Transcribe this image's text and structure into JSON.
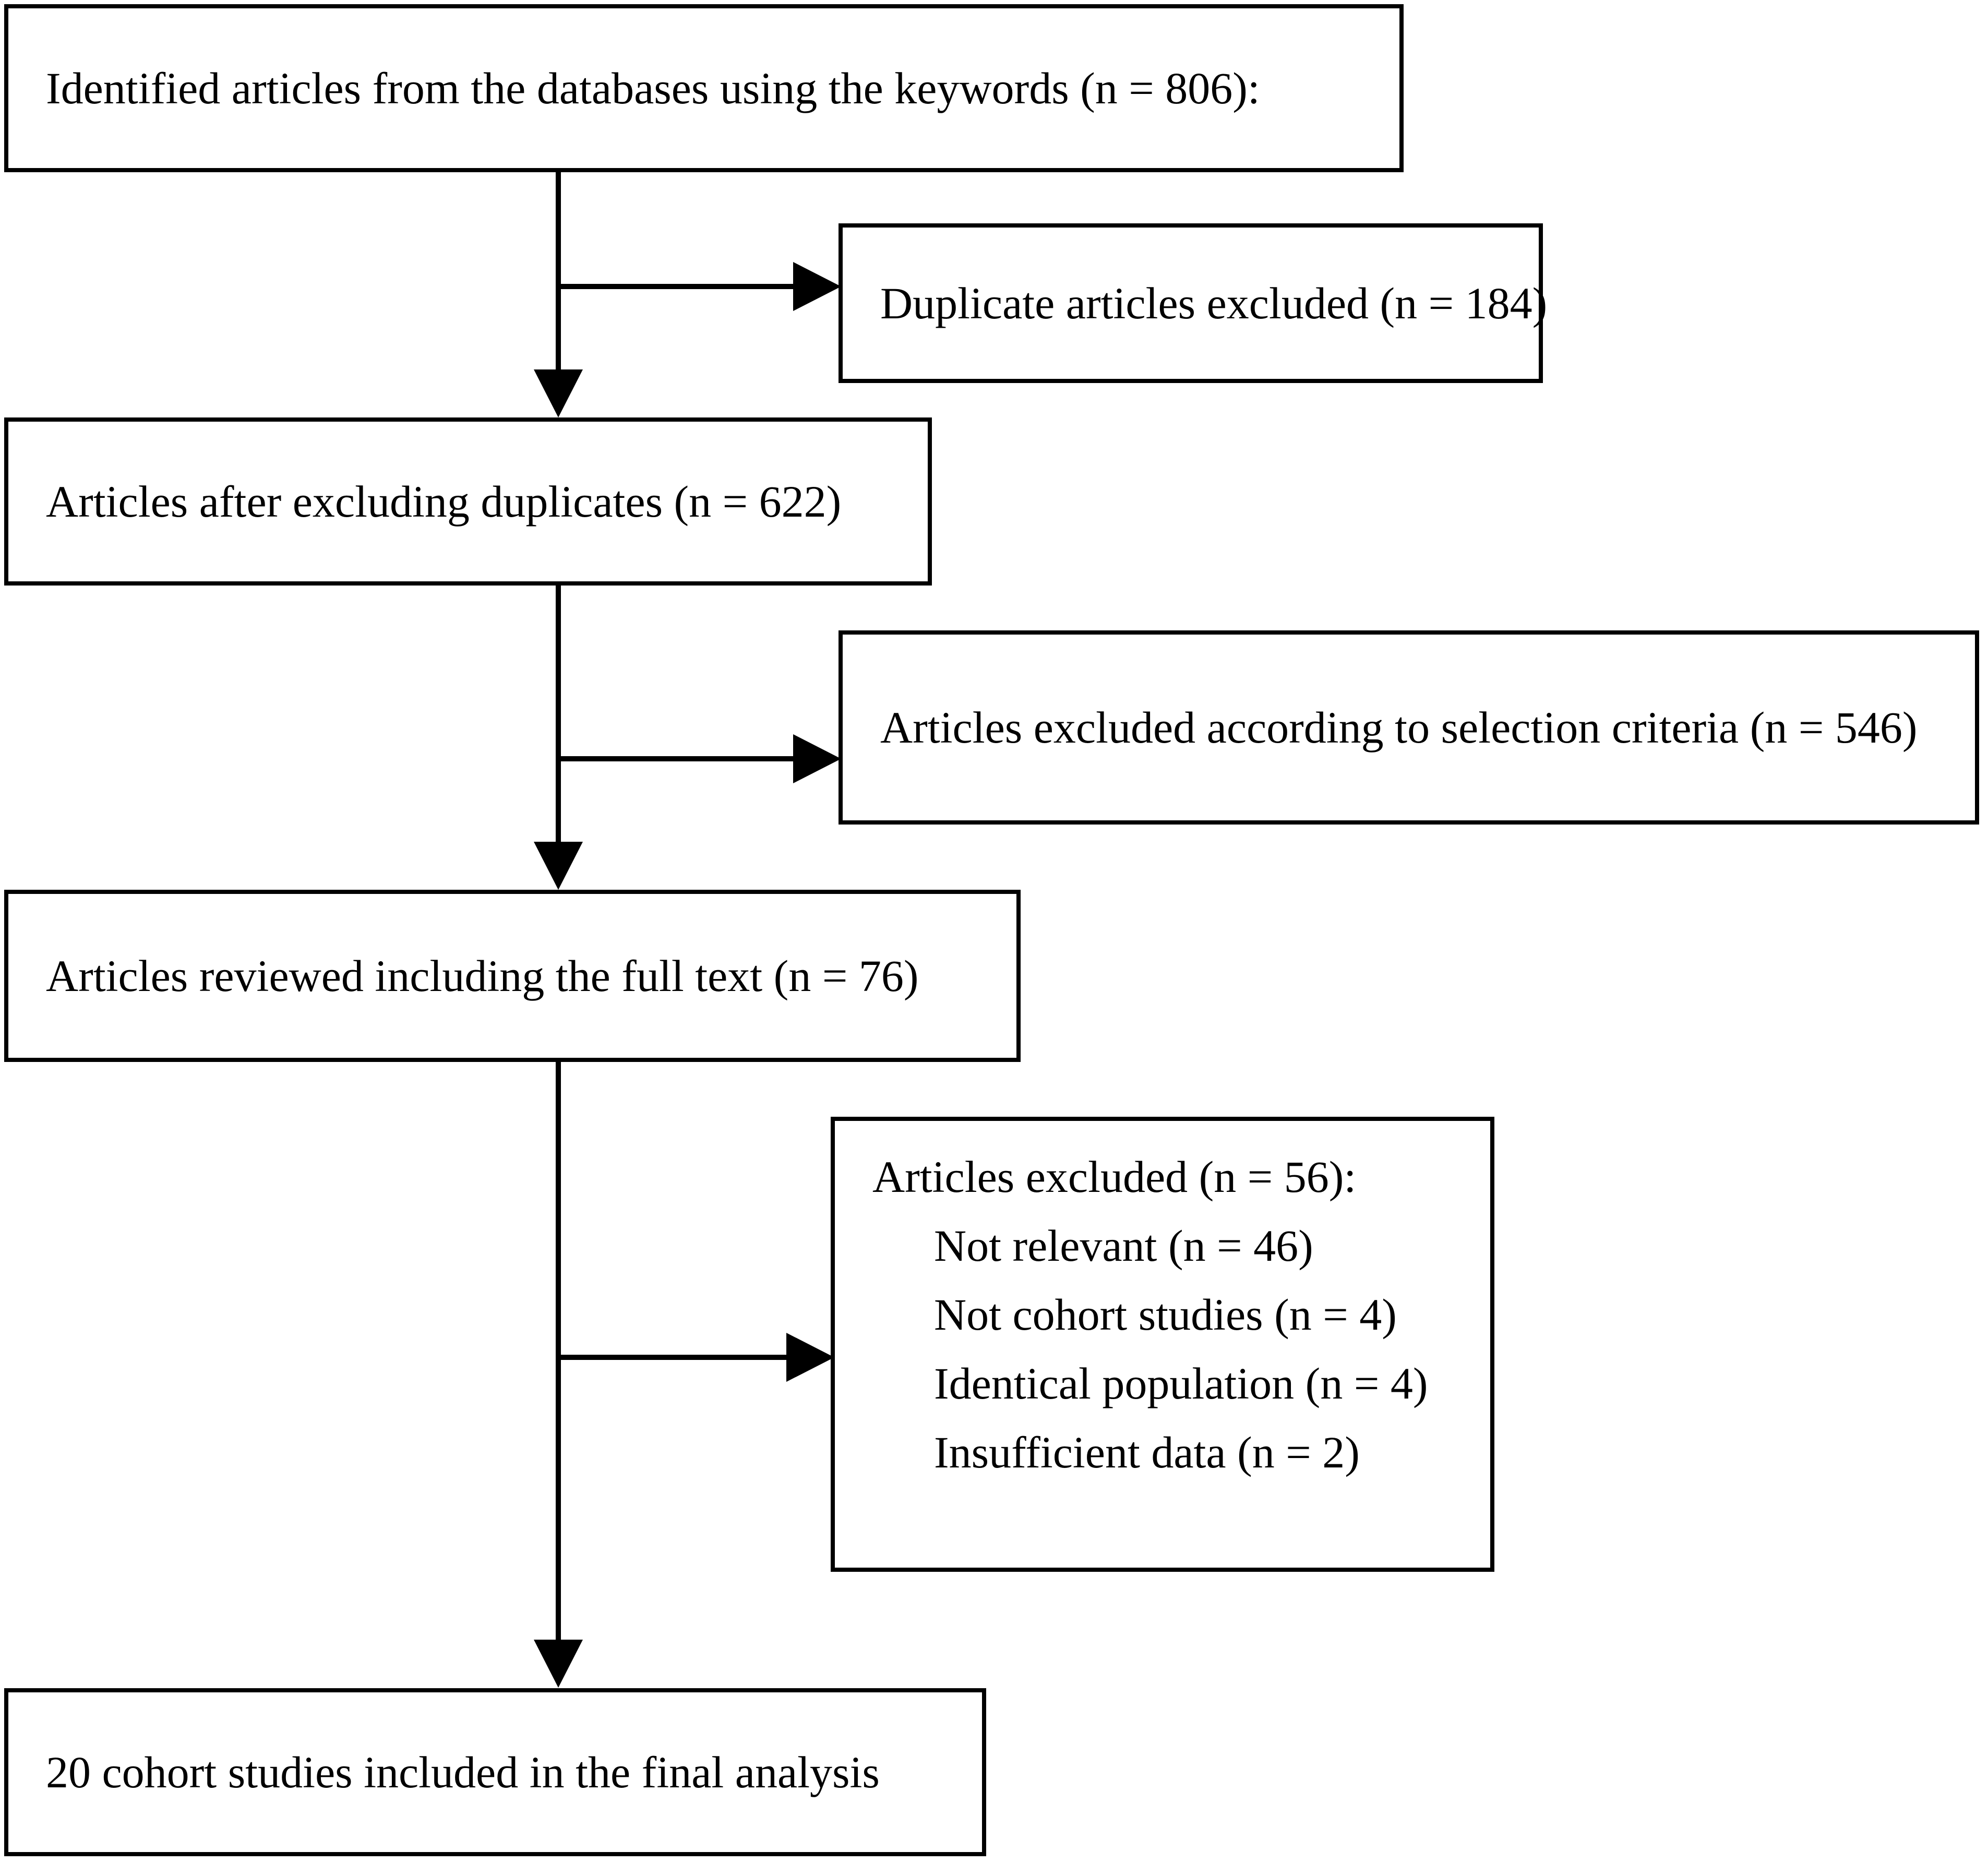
{
  "diagram": {
    "type": "prisma-flow-diagram",
    "title": "",
    "stroke_color": "#000000",
    "background_color": "#ffffff",
    "nodes": [
      {
        "id": "identified",
        "label": "Identified articles from the databases using the keywords (n = 806):",
        "count": 806
      },
      {
        "id": "duplicates-excluded",
        "label": "Duplicate articles excluded (n = 184)",
        "count": 184
      },
      {
        "id": "after-duplicates",
        "label": "Articles after excluding duplicates (n = 622)",
        "count": 622
      },
      {
        "id": "criteria-excluded",
        "label": "Articles excluded according to selection criteria (n = 546)",
        "count": 546
      },
      {
        "id": "full-text-reviewed",
        "label": "Articles reviewed including the full text (n = 76)",
        "count": 76
      },
      {
        "id": "articles-excluded-detail",
        "heading": "Articles excluded (n = 56):",
        "count": 56,
        "reasons": [
          {
            "label": "Not relevant (n = 46)",
            "count": 46
          },
          {
            "label": "Not cohort studies (n = 4)",
            "count": 4
          },
          {
            "label": "Identical population (n = 4)",
            "count": 4
          },
          {
            "label": "Insufficient data (n = 2)",
            "count": 2
          }
        ]
      },
      {
        "id": "final-included",
        "label": "20 cohort studies included in the final analysis",
        "count": 20
      }
    ],
    "edges": [
      {
        "from": "identified",
        "to": "after-duplicates",
        "direction": "down"
      },
      {
        "from": "identified",
        "to": "duplicates-excluded",
        "direction": "right"
      },
      {
        "from": "after-duplicates",
        "to": "full-text-reviewed",
        "direction": "down"
      },
      {
        "from": "after-duplicates",
        "to": "criteria-excluded",
        "direction": "right"
      },
      {
        "from": "full-text-reviewed",
        "to": "final-included",
        "direction": "down"
      },
      {
        "from": "full-text-reviewed",
        "to": "articles-excluded-detail",
        "direction": "right"
      }
    ]
  }
}
